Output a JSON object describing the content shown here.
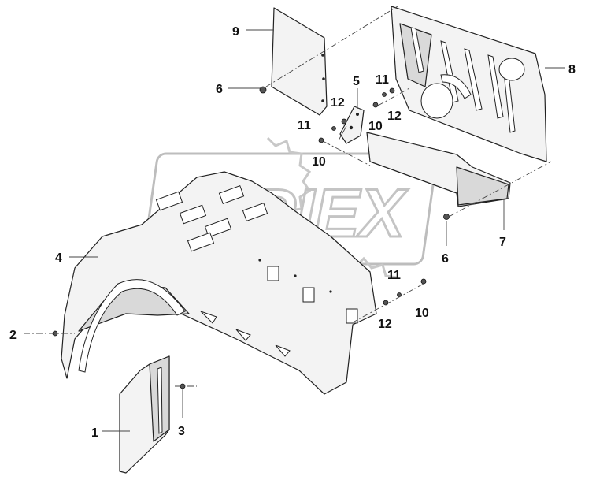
{
  "watermark": {
    "text": "PIEX"
  },
  "callouts": [
    {
      "key": "c1",
      "label": "1"
    },
    {
      "key": "c2",
      "label": "2"
    },
    {
      "key": "c3",
      "label": "3"
    },
    {
      "key": "c4",
      "label": "4"
    },
    {
      "key": "c5",
      "label": "5"
    },
    {
      "key": "c6a",
      "label": "6"
    },
    {
      "key": "c6b",
      "label": "6"
    },
    {
      "key": "c7",
      "label": "7"
    },
    {
      "key": "c8",
      "label": "8"
    },
    {
      "key": "c9",
      "label": "9"
    },
    {
      "key": "c10a",
      "label": "10"
    },
    {
      "key": "c10b",
      "label": "10"
    },
    {
      "key": "c10c",
      "label": "10"
    },
    {
      "key": "c11a",
      "label": "11"
    },
    {
      "key": "c11b",
      "label": "11"
    },
    {
      "key": "c11c",
      "label": "11"
    },
    {
      "key": "c12a",
      "label": "12"
    },
    {
      "key": "c12b",
      "label": "12"
    },
    {
      "key": "c12c",
      "label": "12"
    }
  ]
}
